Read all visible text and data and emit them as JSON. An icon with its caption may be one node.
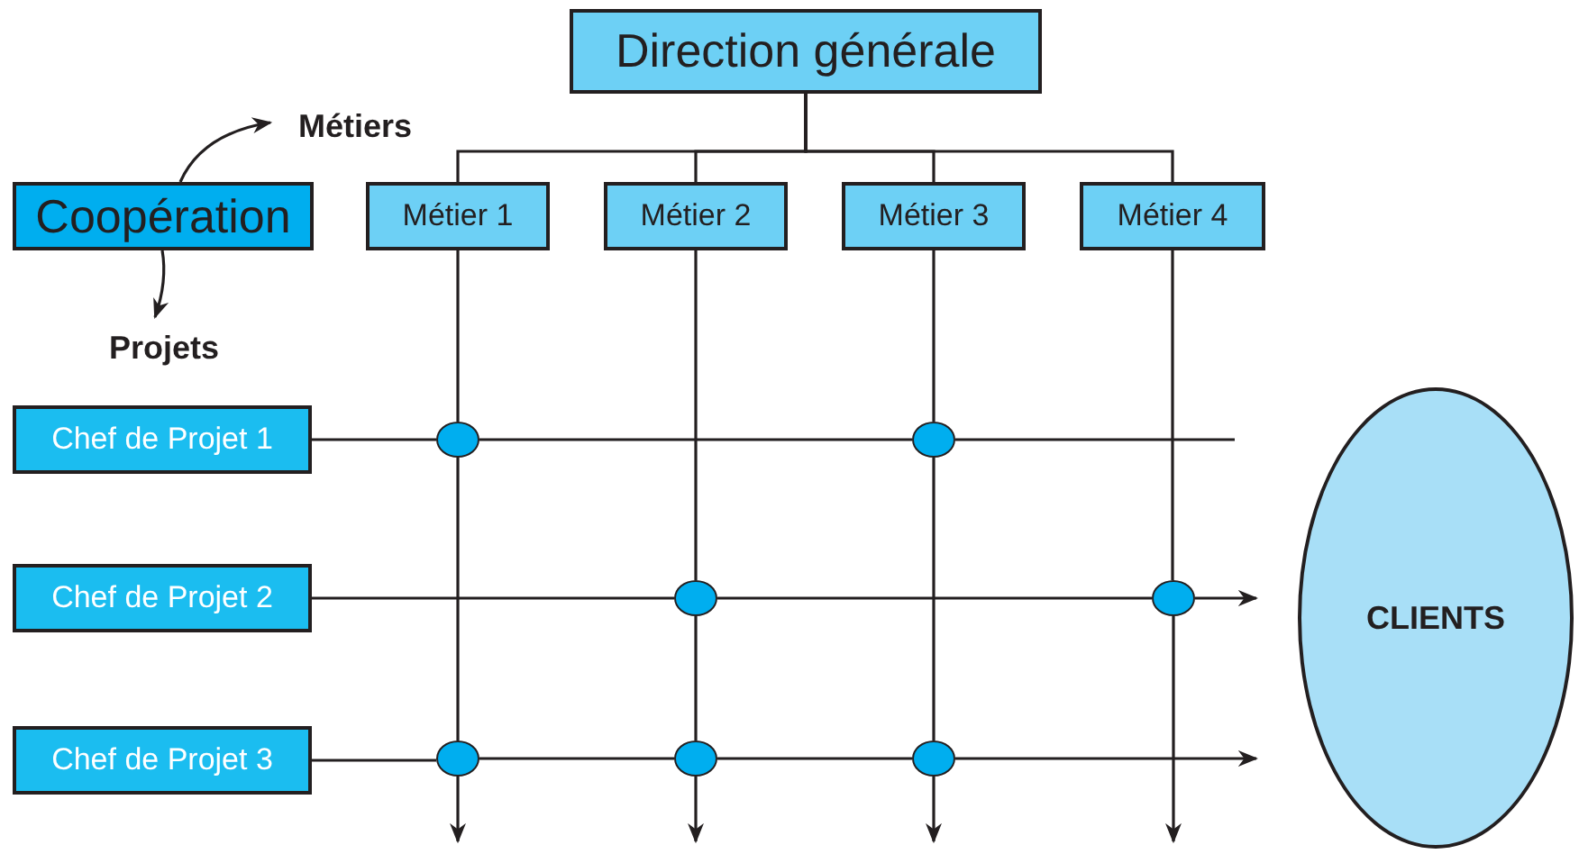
{
  "diagram": {
    "nodes": [
      {
        "text": [
          "Direction générale"
        ]
      },
      {
        "text": [
          "Métier 1"
        ]
      },
      {
        "text": [
          "Métier 2"
        ]
      },
      {
        "text": [
          "Métier 3"
        ]
      },
      {
        "text": [
          "Métier 4"
        ]
      },
      {
        "text": [
          "Coopération"
        ]
      },
      {
        "text": [
          "Métiers"
        ]
      },
      {
        "text": [
          "Projets"
        ]
      },
      {
        "text": [
          "Chef de Projet 1"
        ]
      },
      {
        "text": [
          "Chef de Projet 2"
        ]
      },
      {
        "text": [
          "Chef de Projet 3"
        ]
      },
      {
        "text": [
          "CLIENTS"
        ]
      },
      {
        "text": [],
        "shape": "circle"
      },
      {
        "text": [],
        "shape": "circle"
      },
      {
        "text": [],
        "shape": "circle"
      },
      {
        "text": [],
        "shape": "circle"
      },
      {
        "text": [],
        "shape": "circle"
      },
      {
        "text": [],
        "shape": "circle"
      },
      {
        "text": [],
        "shape": "circle"
      }
    ],
    "edges": [
      {
        "from": 0,
        "to": 1,
        "arrow": "none"
      },
      {
        "from": 0,
        "to": 2,
        "arrow": "none"
      },
      {
        "from": 0,
        "to": 3,
        "arrow": "none"
      },
      {
        "from": 0,
        "to": 4,
        "arrow": "none"
      },
      {
        "from": 5,
        "to": 6,
        "arrow": "to"
      },
      {
        "from": 5,
        "to": 7,
        "arrow": "to"
      },
      {
        "from": 1,
        "to": 12,
        "arrow": "none"
      },
      {
        "from": 12,
        "to": 16,
        "arrow": "none"
      },
      {
        "from": 16,
        "to": null,
        "arrow": "to"
      },
      {
        "from": 2,
        "to": 14,
        "arrow": "none"
      },
      {
        "from": 14,
        "to": 17,
        "arrow": "none"
      },
      {
        "from": 17,
        "to": null,
        "arrow": "to"
      },
      {
        "from": 3,
        "to": 13,
        "arrow": "none"
      },
      {
        "from": 13,
        "to": 18,
        "arrow": "none"
      },
      {
        "from": 18,
        "to": null,
        "arrow": "to"
      },
      {
        "from": 4,
        "to": 15,
        "arrow": "none"
      },
      {
        "from": 15,
        "to": null,
        "arrow": "to"
      },
      {
        "from": 8,
        "to": 12,
        "arrow": "none"
      },
      {
        "from": 12,
        "to": 13,
        "arrow": "none"
      },
      {
        "from": 13,
        "to": null,
        "arrow": "none"
      },
      {
        "from": 9,
        "to": 14,
        "arrow": "none"
      },
      {
        "from": 14,
        "to": 15,
        "arrow": "none"
      },
      {
        "from": 15,
        "to": 11,
        "arrow": "to"
      },
      {
        "from": 10,
        "to": 16,
        "arrow": "none"
      },
      {
        "from": 16,
        "to": 17,
        "arrow": "none"
      },
      {
        "from": 17,
        "to": 18,
        "arrow": "none"
      },
      {
        "from": 18,
        "to": 11,
        "arrow": "to"
      }
    ]
  }
}
